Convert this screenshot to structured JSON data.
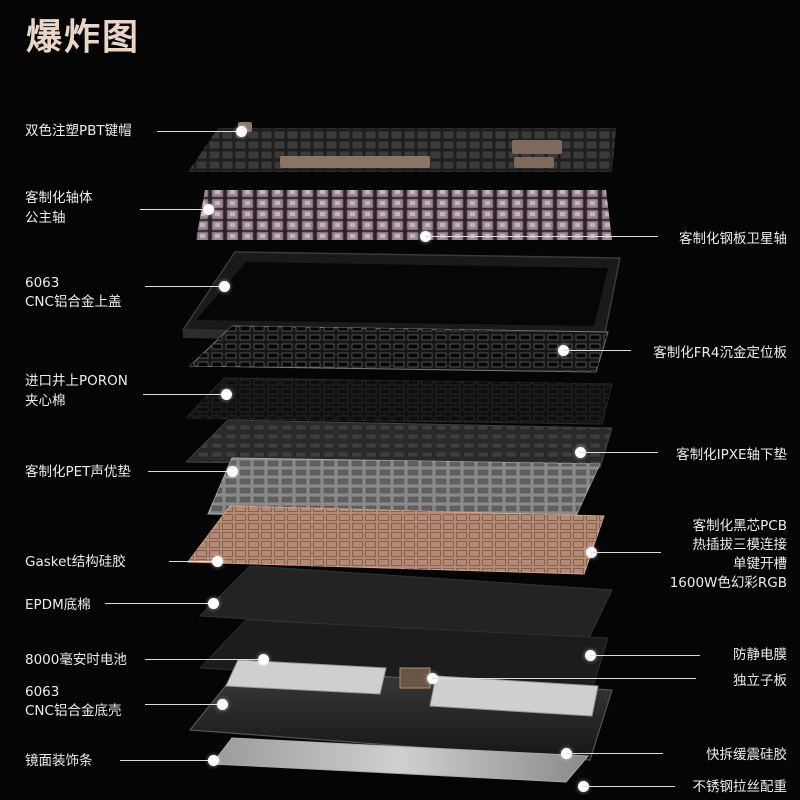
{
  "title": "爆炸图",
  "labels": {
    "keycaps": "双色注塑PBT键帽",
    "switch_line1": "客制化轴体",
    "switch_line2": "公主轴",
    "stabilizer": "客制化钢板卫星轴",
    "topcase_line1": "6063",
    "topcase_line2": "CNC铝合金上盖",
    "plate": "客制化FR4沉金定位板",
    "poron_line1": "进口井上PORON",
    "poron_line2": "夹心棉",
    "ixpe": "客制化IPXE轴下垫",
    "pet": "客制化PET声优垫",
    "pcb_line1": "客制化黑芯PCB",
    "pcb_line2": "热插拔三模连接",
    "pcb_line3": "单键开槽",
    "pcb_line4": "1600W色幻彩RGB",
    "gasket": "Gasket结构硅胶",
    "epdm": "EPDM底棉",
    "antistatic": "防静电膜",
    "battery": "8000毫安时电池",
    "daughterboard": "独立子板",
    "bottom_line1": "6063",
    "bottom_line2": "CNC铝合金底壳",
    "feet": "快拆缓震硅胶",
    "mirror": "镜面装饰条",
    "weight": "不锈钢拉丝配重"
  },
  "colors": {
    "title": "#e9d6c6",
    "background": "#050505",
    "keycap_dark": "#2a2a2a",
    "keycap_beige": "#8a7565",
    "switch": "#8e7c86",
    "pcb": "#b48a74",
    "pet": "#8a8a8a"
  }
}
